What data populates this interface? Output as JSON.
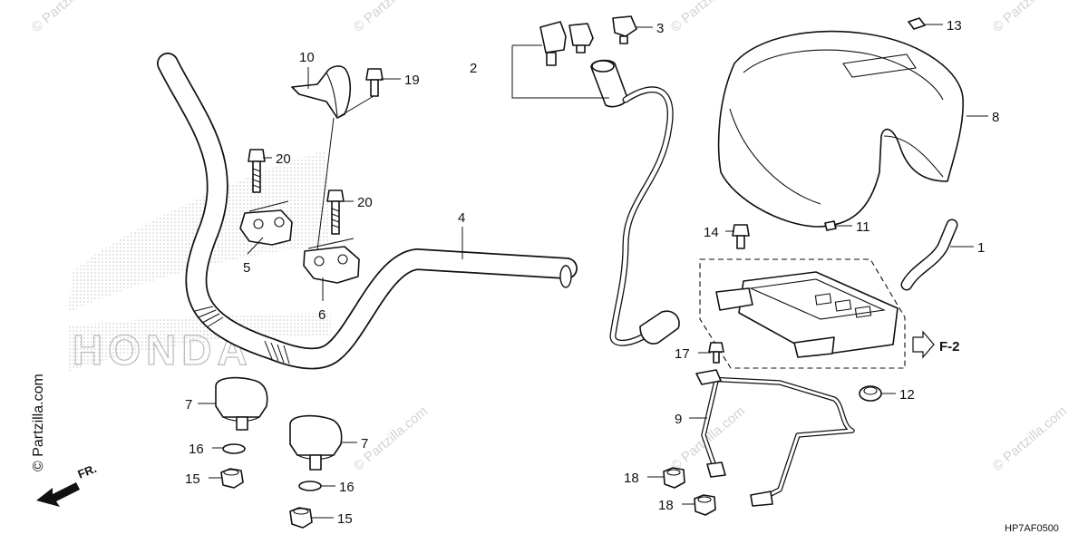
{
  "diagram": {
    "callouts": [
      "1",
      "2",
      "3",
      "4",
      "5",
      "6",
      "7",
      "7",
      "8",
      "9",
      "10",
      "11",
      "12",
      "13",
      "14",
      "15",
      "15",
      "16",
      "16",
      "17",
      "18",
      "18",
      "19",
      "20",
      "20"
    ],
    "reference_arrow": "F-2",
    "front_arrow": "FR.",
    "drawing_code": "HP7AF0500",
    "side_watermark": "© Partzilla.com",
    "watermark_text": "© Partzilla.com",
    "background_logo": "HONDA"
  }
}
